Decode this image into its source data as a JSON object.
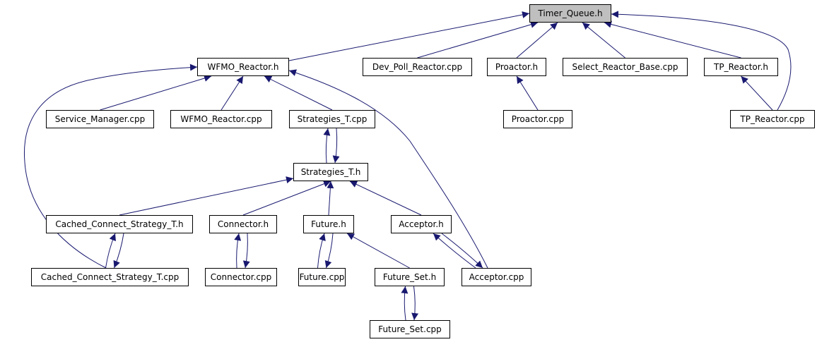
{
  "diagram": {
    "type": "include-dependency-graph",
    "edge_color": "#191970",
    "root_fill": "#bfbfbf",
    "nodes": [
      {
        "id": "timer_queue_h",
        "label": "Timer_Queue.h",
        "root": true
      },
      {
        "id": "wfmo_reactor_h",
        "label": "WFMO_Reactor.h"
      },
      {
        "id": "dev_poll_reactor_cpp",
        "label": "Dev_Poll_Reactor.cpp"
      },
      {
        "id": "proactor_h",
        "label": "Proactor.h"
      },
      {
        "id": "select_reactor_base_cpp",
        "label": "Select_Reactor_Base.cpp"
      },
      {
        "id": "tp_reactor_h",
        "label": "TP_Reactor.h"
      },
      {
        "id": "service_manager_cpp",
        "label": "Service_Manager.cpp"
      },
      {
        "id": "wfmo_reactor_cpp",
        "label": "WFMO_Reactor.cpp"
      },
      {
        "id": "strategies_t_cpp",
        "label": "Strategies_T.cpp"
      },
      {
        "id": "proactor_cpp",
        "label": "Proactor.cpp"
      },
      {
        "id": "tp_reactor_cpp",
        "label": "TP_Reactor.cpp"
      },
      {
        "id": "strategies_t_h",
        "label": "Strategies_T.h"
      },
      {
        "id": "cached_connect_strategy_t_h",
        "label": "Cached_Connect_Strategy_T.h"
      },
      {
        "id": "connector_h",
        "label": "Connector.h"
      },
      {
        "id": "future_h",
        "label": "Future.h"
      },
      {
        "id": "acceptor_h",
        "label": "Acceptor.h"
      },
      {
        "id": "cached_connect_strategy_t_cpp",
        "label": "Cached_Connect_Strategy_T.cpp"
      },
      {
        "id": "connector_cpp",
        "label": "Connector.cpp"
      },
      {
        "id": "future_cpp",
        "label": "Future.cpp"
      },
      {
        "id": "future_set_h",
        "label": "Future_Set.h"
      },
      {
        "id": "acceptor_cpp",
        "label": "Acceptor.cpp"
      },
      {
        "id": "future_set_cpp",
        "label": "Future_Set.cpp"
      }
    ],
    "edges": [
      {
        "from": "wfmo_reactor_h",
        "to": "timer_queue_h"
      },
      {
        "from": "dev_poll_reactor_cpp",
        "to": "timer_queue_h"
      },
      {
        "from": "proactor_h",
        "to": "timer_queue_h"
      },
      {
        "from": "select_reactor_base_cpp",
        "to": "timer_queue_h"
      },
      {
        "from": "tp_reactor_h",
        "to": "timer_queue_h"
      },
      {
        "from": "tp_reactor_cpp",
        "to": "timer_queue_h"
      },
      {
        "from": "service_manager_cpp",
        "to": "wfmo_reactor_h"
      },
      {
        "from": "wfmo_reactor_cpp",
        "to": "wfmo_reactor_h"
      },
      {
        "from": "strategies_t_cpp",
        "to": "wfmo_reactor_h"
      },
      {
        "from": "cached_connect_strategy_t_cpp",
        "to": "wfmo_reactor_h"
      },
      {
        "from": "acceptor_cpp",
        "to": "wfmo_reactor_h"
      },
      {
        "from": "proactor_cpp",
        "to": "proactor_h"
      },
      {
        "from": "tp_reactor_cpp",
        "to": "tp_reactor_h"
      },
      {
        "from": "strategies_t_h",
        "to": "strategies_t_cpp"
      },
      {
        "from": "strategies_t_cpp",
        "to": "strategies_t_h"
      },
      {
        "from": "cached_connect_strategy_t_h",
        "to": "strategies_t_h"
      },
      {
        "from": "connector_h",
        "to": "strategies_t_h"
      },
      {
        "from": "future_h",
        "to": "strategies_t_h"
      },
      {
        "from": "acceptor_h",
        "to": "strategies_t_h"
      },
      {
        "from": "cached_connect_strategy_t_cpp",
        "to": "cached_connect_strategy_t_h"
      },
      {
        "from": "cached_connect_strategy_t_h",
        "to": "cached_connect_strategy_t_cpp"
      },
      {
        "from": "connector_cpp",
        "to": "connector_h"
      },
      {
        "from": "connector_h",
        "to": "connector_cpp"
      },
      {
        "from": "future_cpp",
        "to": "future_h"
      },
      {
        "from": "future_h",
        "to": "future_cpp"
      },
      {
        "from": "future_set_h",
        "to": "future_h"
      },
      {
        "from": "acceptor_cpp",
        "to": "acceptor_h"
      },
      {
        "from": "acceptor_h",
        "to": "acceptor_cpp"
      },
      {
        "from": "future_set_cpp",
        "to": "future_set_h"
      },
      {
        "from": "future_set_h",
        "to": "future_set_cpp"
      }
    ]
  }
}
